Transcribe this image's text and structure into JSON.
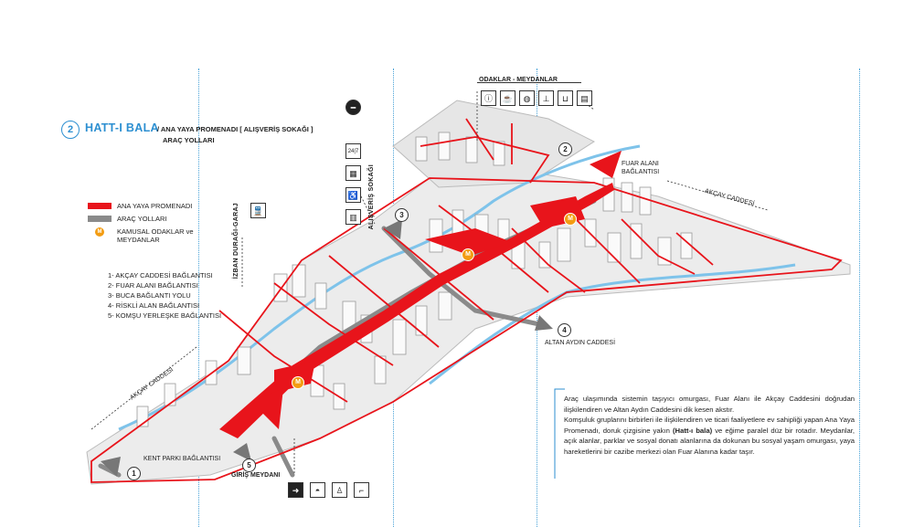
{
  "title": {
    "number": "2",
    "main": "HATT-I BALA",
    "sub_line1": "/ ANA YAYA PROMENADI  [ ALIŞVERİŞ SOKAĞI ]",
    "sub_line2": "ARAÇ YOLLARI"
  },
  "legend": {
    "items": [
      {
        "label": "ANA YAYA PROMENADI",
        "color": "#e8141b"
      },
      {
        "label": "ARAÇ YOLLARI",
        "color": "#8a8a8a"
      },
      {
        "label": "KAMUSAL ODAKLAR ve MEYDANLAR",
        "color": "#f39c12",
        "marker": "M"
      }
    ]
  },
  "connections": [
    "1- AKÇAY CADDESİ BAĞLANTISI",
    "2- FUAR ALANI BAĞLANTISI",
    "3- BUCA BAĞLANTI YOLU",
    "4- RİSKLİ ALAN BAĞLANTISI",
    "5- KOMŞU YERLEŞKE BAĞLANTISI"
  ],
  "labels": {
    "odaklar": "ODAKLAR - MEYDANLAR",
    "alisveris": "ALIŞVERİŞ SOKAĞI",
    "izban": "İZBAN DURAĞI-GARAJ",
    "fuar": "FUAR ALANI BAĞLANTISI",
    "akcay_right": "AKÇAY CADDESİ",
    "akcay_left": "AKÇAY CADDESİ",
    "altan": "ALTAN AYDIN CADDESİ",
    "kent_parki": "KENT PARKI BAĞLANTISI",
    "giris": "GİRİŞ MEYDANI",
    "n1": "1",
    "n2": "2",
    "n3": "3",
    "n4": "4",
    "n5": "5",
    "open24": "24|7",
    "metro": "M"
  },
  "icons": {
    "shopping": [
      "no-entry-icon",
      "open-24-icon",
      "atm-icon",
      "accessible-icon",
      "drink-icon"
    ],
    "odaklar": [
      "info-icon",
      "coffee-icon",
      "fastfood-icon",
      "dining-icon",
      "restaurant-icon",
      "mall-icon"
    ],
    "giris": [
      "arrow-sign-icon",
      "food-icon",
      "seat-icon",
      "tap-icon"
    ],
    "izban": "train-icon"
  },
  "description": {
    "p1": "Araç ulaşımında sistemin taşıyıcı omurgası, Fuar Alanı ile Akçay Caddesini doğrudan ilişkilendiren ve Altan Aydın Caddesini dik kesen akstır.",
    "p2_a": "Komşuluk gruplarını birbirleri ile ilişkilendiren ve ticari faaliyetlere ev sahipliği yapan Ana Yaya Promenadı, doruk çizgisine yakın ",
    "p2_b": "(Hatt-ı bala)",
    "p2_c": " ve eğime paralel düz bir rotadır. Meydanlar, açık alanlar, parklar ve sosyal donatı alanlarına da dokunan bu sosyal yaşam omurgası, yaya hareketlerini bir cazibe merkezi olan Fuar Alanına kadar taşır."
  },
  "colors": {
    "accent_blue": "#2c8fd1",
    "promenade_red": "#e8141b",
    "road_gray": "#8a8a8a",
    "focus_orange": "#f39c12"
  }
}
